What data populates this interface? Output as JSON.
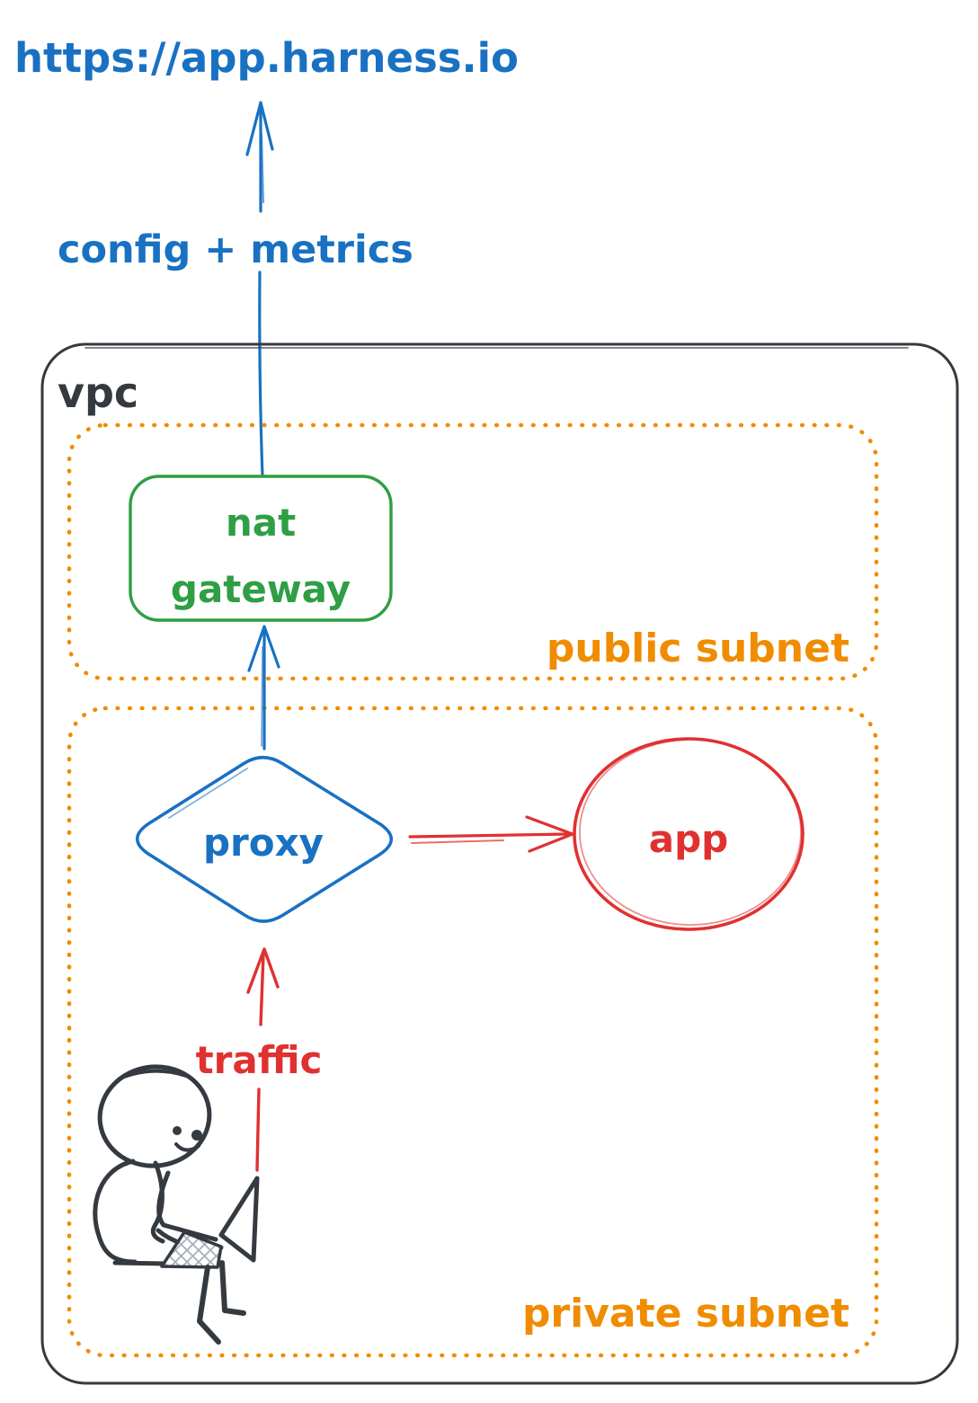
{
  "diagram": {
    "external_endpoint": "https://app.harness.io",
    "arrows": {
      "config_metrics_label": "config + metrics",
      "traffic_label": "traffic"
    },
    "vpc": {
      "label": "vpc",
      "public_subnet": {
        "label": "public subnet",
        "nat_gateway": {
          "line1": "nat",
          "line2": "gateway"
        }
      },
      "private_subnet": {
        "label": "private subnet",
        "proxy_label": "proxy",
        "app_label": "app",
        "person_icon": "person-with-laptop"
      }
    }
  },
  "colors": {
    "blue": "#1971c2",
    "green": "#2f9e44",
    "red": "#e03131",
    "orange": "#f08c00",
    "ink": "#343a40"
  }
}
